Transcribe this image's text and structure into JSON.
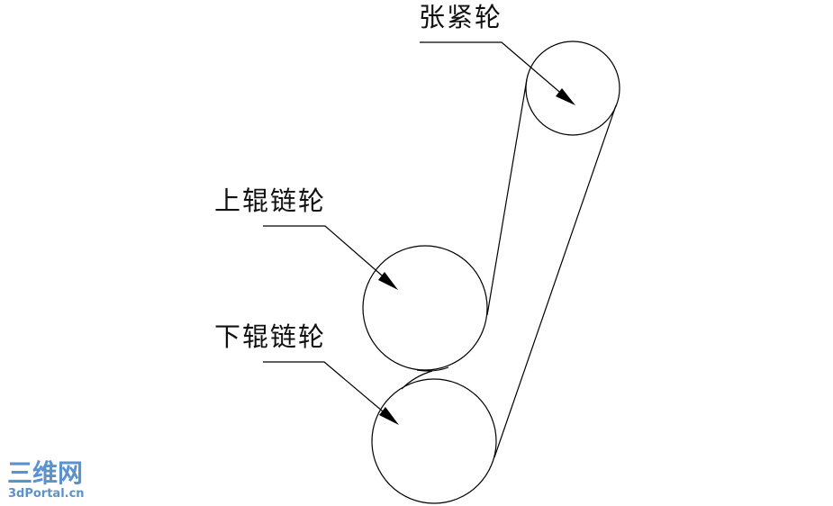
{
  "labels": {
    "tensioner": "张紧轮",
    "upper_sprocket": "上辊链轮",
    "lower_sprocket": "下辊链轮"
  },
  "watermark": {
    "logo_text": "三维网",
    "site": "3dPortal.cn",
    "color": "#4a86c8"
  },
  "colors": {
    "line": "#000000",
    "background": "#ffffff"
  }
}
